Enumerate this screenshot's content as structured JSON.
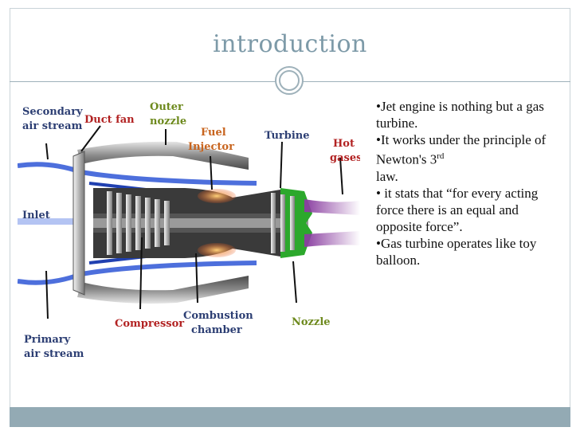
{
  "slide": {
    "title": "introduction",
    "bullets": [
      "•Jet engine is nothing but a gas turbine.",
      "•It works under the principle of Newton's 3",
      "law.",
      "• it stats that “for every acting force there is an equal and opposite force”.",
      "•Gas turbine operates like toy balloon."
    ],
    "superscript": "rd"
  },
  "diagram": {
    "labels": {
      "secondary_air_1": "Secondary",
      "secondary_air_2": "air stream",
      "duct_fan": "Duct fan",
      "outer_1": "Outer",
      "outer_2": "nozzle",
      "fuel_1": "Fuel",
      "fuel_2": "Injector",
      "turbine": "Turbine",
      "hot_1": "Hot",
      "hot_2": "gases",
      "inlet": "Inlet",
      "primary_1": "Primary",
      "primary_2": "air stream",
      "compressor": "Compressor",
      "combustion_1": "Combustion",
      "combustion_2": "chamber",
      "nozzle": "Nozzle"
    },
    "colors": {
      "navy": "#2c3e73",
      "red": "#b22222",
      "green": "#6e8a1e",
      "orange": "#c8641e"
    }
  }
}
